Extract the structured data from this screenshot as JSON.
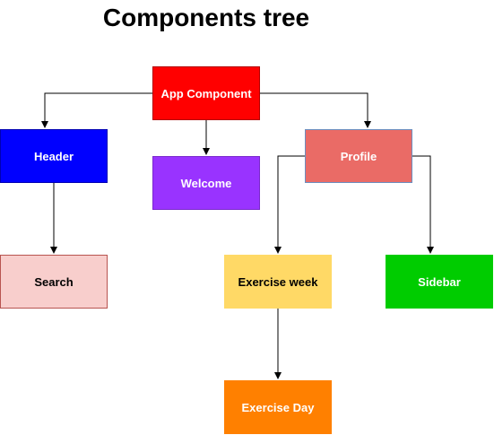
{
  "diagram": {
    "title": "Components tree",
    "nodes": [
      {
        "id": "app",
        "label": "App Component",
        "fill": "#FF0000",
        "border": "#B20000",
        "text_color": "#FFFFFF"
      },
      {
        "id": "header",
        "label": "Header",
        "fill": "#0000FF",
        "border": "#0000B2",
        "text_color": "#FFFFFF"
      },
      {
        "id": "welcome",
        "label": "Welcome",
        "fill": "#9933FF",
        "border": "#7A29CC",
        "text_color": "#FFFFFF"
      },
      {
        "id": "profile",
        "label": "Profile",
        "fill": "#EA6B66",
        "border": "#6C8EBF",
        "text_color": "#FFFFFF"
      },
      {
        "id": "search",
        "label": "Search",
        "fill": "#F8CECC",
        "border": "#B85450",
        "text_color": "#000000"
      },
      {
        "id": "exercise_week",
        "label": "Exercise week",
        "fill": "#FFD966",
        "border": "#FFD966",
        "text_color": "#000000"
      },
      {
        "id": "sidebar",
        "label": "Sidebar",
        "fill": "#00CC00",
        "border": "#00CC00",
        "text_color": "#FFFFFF"
      },
      {
        "id": "exercise_day",
        "label": "Exercise Day",
        "fill": "#FF8000",
        "border": "#FF8000",
        "text_color": "#FFFFFF"
      }
    ],
    "edges": [
      {
        "from": "app",
        "to": "header"
      },
      {
        "from": "app",
        "to": "welcome"
      },
      {
        "from": "app",
        "to": "profile"
      },
      {
        "from": "header",
        "to": "search"
      },
      {
        "from": "profile",
        "to": "exercise_week"
      },
      {
        "from": "profile",
        "to": "sidebar"
      },
      {
        "from": "exercise_week",
        "to": "exercise_day"
      }
    ]
  }
}
